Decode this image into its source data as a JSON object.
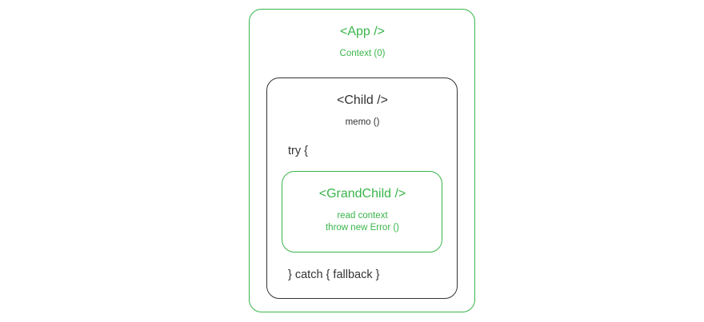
{
  "colors": {
    "green": "#39b54a",
    "dark": "#333333"
  },
  "app": {
    "title": "<App />",
    "subtitle": "Context (0)"
  },
  "child": {
    "title": "<Child />",
    "subtitle": "memo ()",
    "try_open": "try {",
    "catch_close": "} catch { fallback }"
  },
  "grandchild": {
    "title": "<GrandChild />",
    "line_1": "read context",
    "line_2": "throw new Error ()"
  }
}
